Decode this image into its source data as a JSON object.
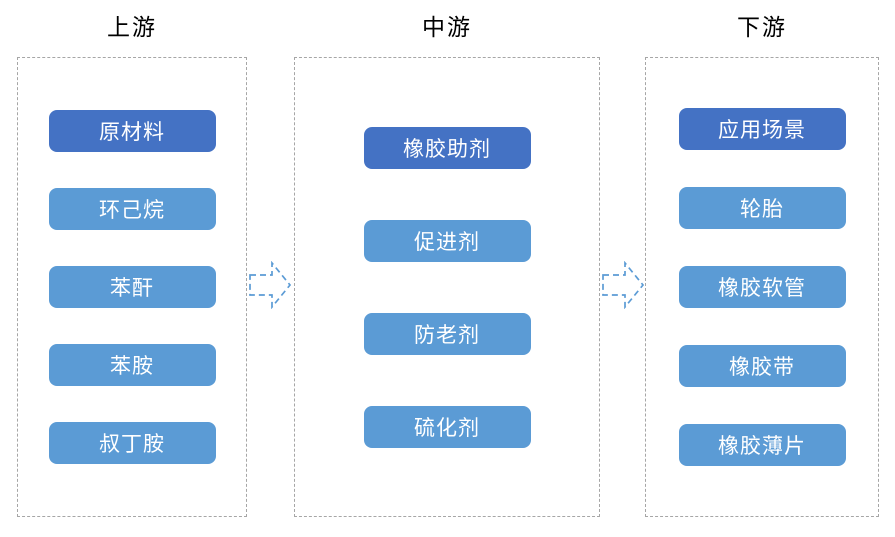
{
  "diagram": {
    "columns": [
      {
        "title": "上游",
        "items": [
          {
            "label": "原材料"
          },
          {
            "label": "环己烷"
          },
          {
            "label": "苯酐"
          },
          {
            "label": "苯胺"
          },
          {
            "label": "叔丁胺"
          }
        ]
      },
      {
        "title": "中游",
        "items": [
          {
            "label": "橡胶助剂"
          },
          {
            "label": "促进剂"
          },
          {
            "label": "防老剂"
          },
          {
            "label": "硫化剂"
          }
        ]
      },
      {
        "title": "下游",
        "items": [
          {
            "label": "应用场景"
          },
          {
            "label": "轮胎"
          },
          {
            "label": "橡胶软管"
          },
          {
            "label": "橡胶带"
          },
          {
            "label": "橡胶薄片"
          }
        ]
      }
    ],
    "arrow_icon": "dashed-right-arrow",
    "colors": {
      "header_box": "#4472C4",
      "item_box": "#5B9BD5",
      "arrow": "#5B9BD5",
      "dashed_border": "#A6A6A6",
      "text_on_box": "#FFFFFF",
      "title_text": "#000000"
    }
  }
}
